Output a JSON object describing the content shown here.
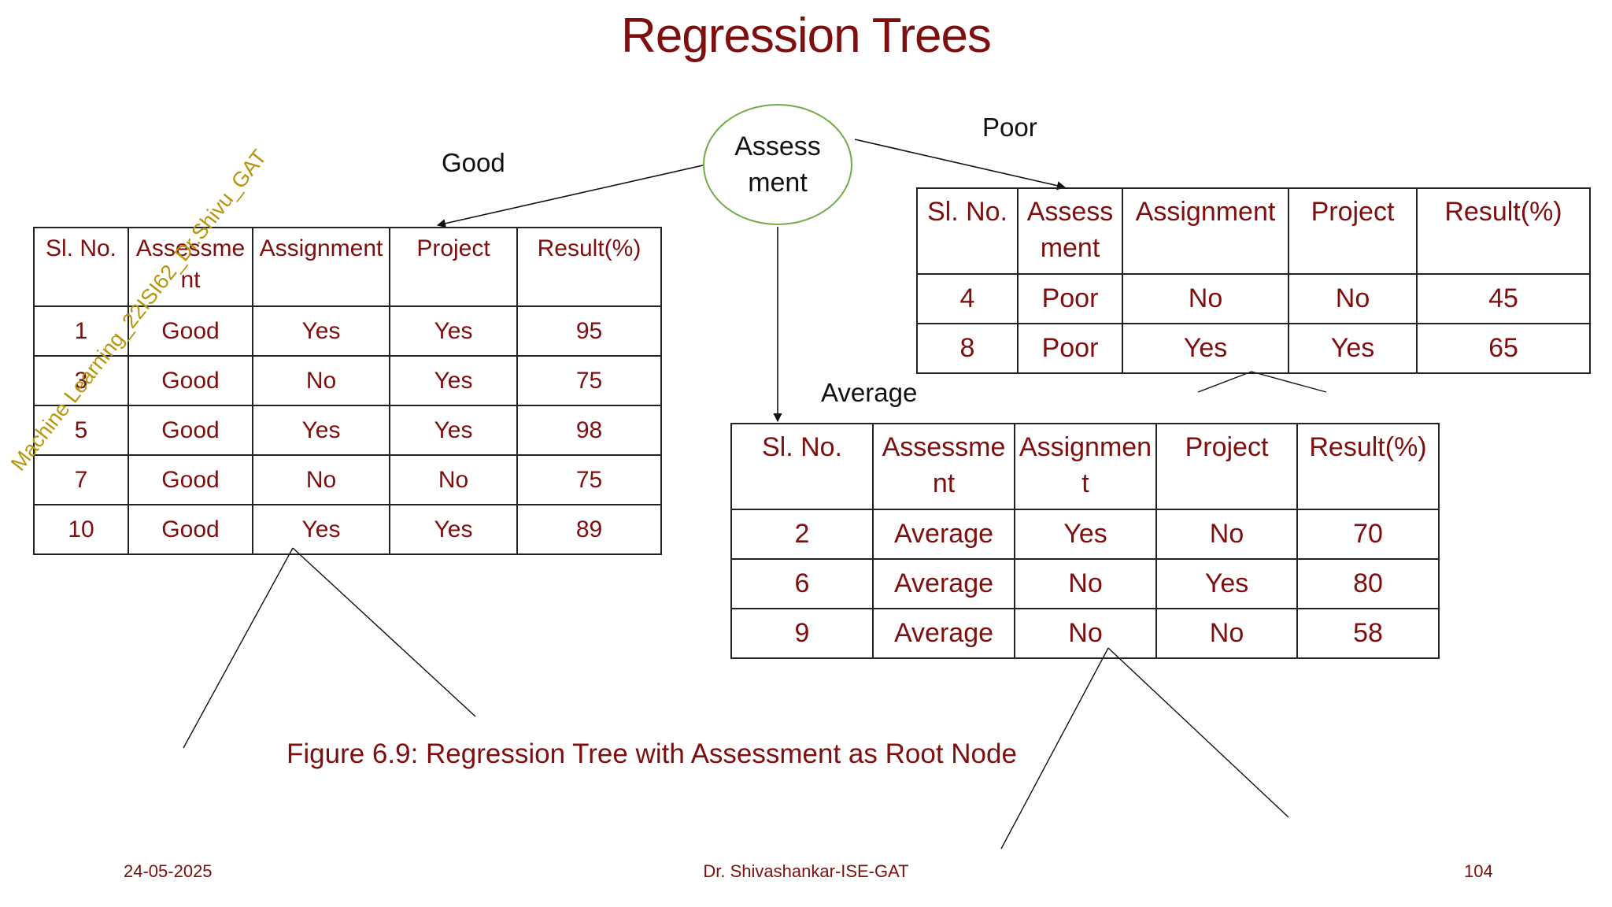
{
  "title": "Regression Trees",
  "root_node": "Assessment",
  "branches": {
    "good": "Good",
    "poor": "Poor",
    "average": "Average"
  },
  "headers": {
    "good": [
      "Sl. No.",
      "Assessment",
      "Assignment",
      "Project",
      "Result(%)"
    ],
    "poor": [
      "Sl. No.",
      "Assessment",
      "Assignment",
      "Project",
      "Result(%)"
    ],
    "average": [
      "Sl. No.",
      "Assessment",
      "Assignment",
      "Project",
      "Result(%)"
    ]
  },
  "rows": {
    "good": [
      [
        "1",
        "Good",
        "Yes",
        "Yes",
        "95"
      ],
      [
        "3",
        "Good",
        "No",
        "Yes",
        "75"
      ],
      [
        "5",
        "Good",
        "Yes",
        "Yes",
        "98"
      ],
      [
        "7",
        "Good",
        "No",
        "No",
        "75"
      ],
      [
        "10",
        "Good",
        "Yes",
        "Yes",
        "89"
      ]
    ],
    "poor": [
      [
        "4",
        "Poor",
        "No",
        "No",
        "45"
      ],
      [
        "8",
        "Poor",
        "Yes",
        "Yes",
        "65"
      ]
    ],
    "average": [
      [
        "2",
        "Average",
        "Yes",
        "No",
        "70"
      ],
      [
        "6",
        "Average",
        "No",
        "Yes",
        "80"
      ],
      [
        "9",
        "Average",
        "No",
        "No",
        "58"
      ]
    ]
  },
  "caption": "Figure 6.9: Regression Tree with Assessment as Root Node",
  "watermark": "Machine Learning_22ISI62_Dr.Shivu_GAT",
  "footer": {
    "date": "24-05-2025",
    "author": "Dr. Shivashankar-ISE-GAT",
    "page": "104"
  },
  "colors": {
    "text_accent": "#7f0e0e",
    "node_border": "#70ad47",
    "watermark": "#b8960c"
  }
}
